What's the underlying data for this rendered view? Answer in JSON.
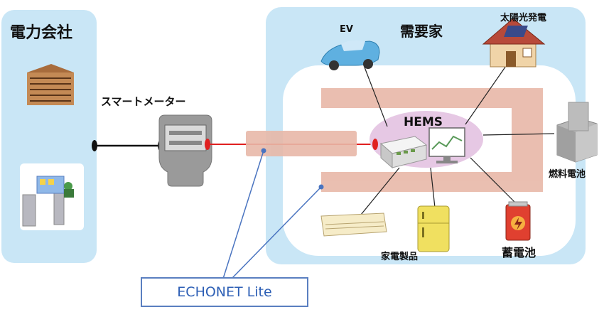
{
  "utility": {
    "title": "電力会社"
  },
  "meter": {
    "label": "スマートメーター"
  },
  "consumer": {
    "title": "需要家",
    "hems_label": "HEMS",
    "ev_label": "EV",
    "solar_label": "太陽光発電",
    "fuel_cell_label": "燃料電池",
    "appliances_label": "家電製品",
    "battery_label": "蓄電池"
  },
  "protocol": {
    "label": "ECHONET Lite"
  },
  "colors": {
    "panel": "#c9e6f6",
    "inner": "#ffffff",
    "pipe": "#e8b8a8",
    "hems_ellipse": "#e6c8e4",
    "red_line": "#e02020",
    "blue_line": "#4a74c0"
  }
}
